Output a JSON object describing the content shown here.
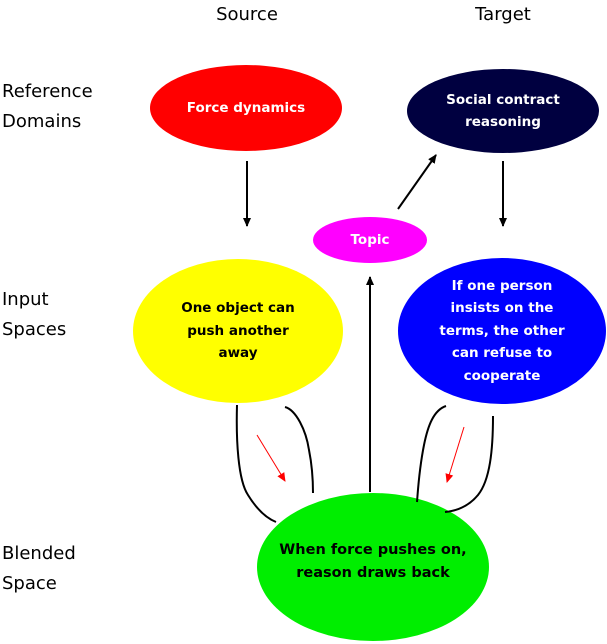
{
  "columns": {
    "source": "Source",
    "target": "Target"
  },
  "rows": {
    "reference": "Reference\nDomains",
    "input": "Input\nSpaces",
    "blended": "Blended\nSpace"
  },
  "nodes": {
    "source_domain": {
      "label": "Force dynamics",
      "fill": "#ff0000",
      "text_color": "#ffffff"
    },
    "target_domain": {
      "label": "Social contract\nreasoning",
      "fill": "#000040",
      "text_color": "#ffffff"
    },
    "topic": {
      "label": "Topic",
      "fill": "#ff00ff",
      "text_color": "#ffffff"
    },
    "source_input": {
      "label": "One object can\npush another\naway",
      "fill": "#ffff00",
      "text_color": "#000000"
    },
    "target_input": {
      "label": "If one person\ninsists on the\nterms, the other\ncan refuse to\ncooperate",
      "fill": "#0000ff",
      "text_color": "#ffffff"
    },
    "blend": {
      "label": "When force pushes on,\nreason draws back",
      "fill": "#00ee00",
      "text_color": "#000000"
    }
  },
  "edges": [
    {
      "from": "source_domain",
      "to": "source_input",
      "color": "#000000"
    },
    {
      "from": "target_domain",
      "to": "target_input",
      "color": "#000000"
    },
    {
      "from": "topic",
      "to": "target_domain",
      "color": "#000000"
    },
    {
      "from": "blend",
      "to": "topic",
      "color": "#000000"
    },
    {
      "from": "source_input",
      "to": "blend",
      "color": "#ff0000",
      "style": "projection"
    },
    {
      "from": "target_input",
      "to": "blend",
      "color": "#ff0000",
      "style": "projection"
    }
  ]
}
